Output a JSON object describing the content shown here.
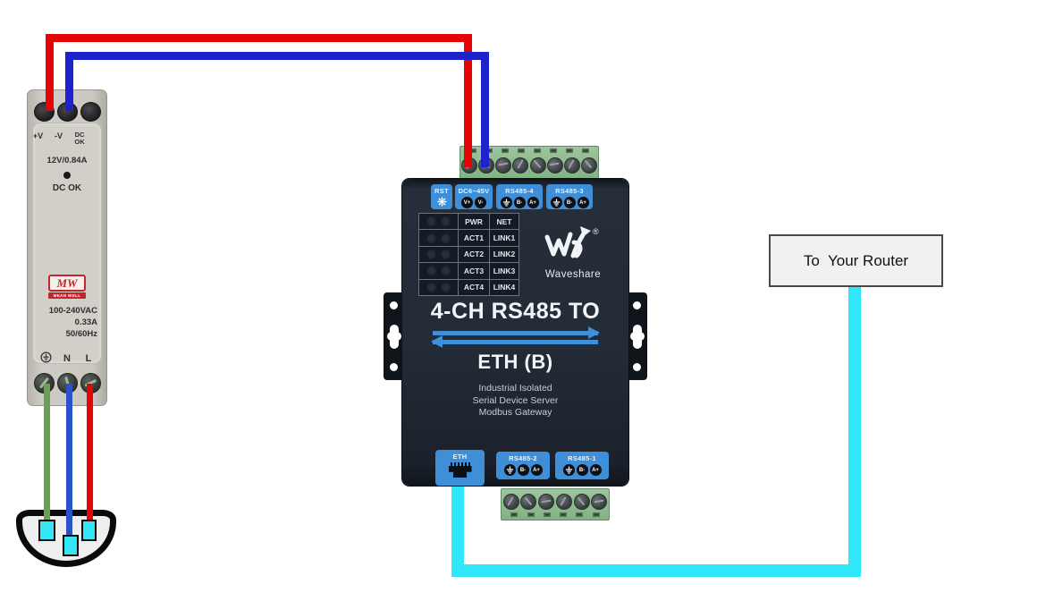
{
  "psu": {
    "top_labels": {
      "l1": "+V",
      "l2": "-V",
      "l3a": "DC",
      "l3b": "OK"
    },
    "rating_output": "12V/0.84A",
    "led_label": "DC OK",
    "logo_text": "MW",
    "logo_subtext": "MEAN WELL",
    "input_ratings": [
      "100-240VAC",
      "0.33A",
      "50/60Hz"
    ],
    "bottom_labels": {
      "ground_icon": "earth-ground",
      "n": "N",
      "l": "L"
    }
  },
  "device": {
    "reset_label": "RST",
    "reset_icon": "gear-icon",
    "power_port": {
      "label": "DC6~45V",
      "pins": [
        "V+",
        "V-"
      ]
    },
    "rs485_4": {
      "label": "RS485-4",
      "pins": [
        "GND",
        "B-",
        "A+"
      ]
    },
    "rs485_3": {
      "label": "RS485-3",
      "pins": [
        "GND",
        "B-",
        "A+"
      ]
    },
    "led_table": [
      {
        "left": "PWR",
        "right": "NET"
      },
      {
        "left": "ACT1",
        "right": "LINK1"
      },
      {
        "left": "ACT2",
        "right": "LINK2"
      },
      {
        "left": "ACT3",
        "right": "LINK3"
      },
      {
        "left": "ACT4",
        "right": "LINK4"
      }
    ],
    "brand": "Waveshare",
    "title_line1": "4-CH RS485 TO",
    "title_line2": "ETH (B)",
    "description_lines": [
      "Industrial Isolated",
      "Serial Device Server",
      "Modbus Gateway"
    ],
    "eth_port_label": "ETH",
    "rs485_2": {
      "label": "RS485-2",
      "pins": [
        "GND",
        "B-",
        "A+"
      ]
    },
    "rs485_1": {
      "label": "RS485-1",
      "pins": [
        "GND",
        "B-",
        "A+"
      ]
    }
  },
  "router_box": {
    "label": "To  Your Router"
  },
  "wires": {
    "dc_positive": "#e30505",
    "dc_negative": "#1c23cc",
    "ethernet_cable": "#30e8fa",
    "ac_ground": "#68a151",
    "ac_neutral": "#2b52c8",
    "ac_live": "#e30505"
  }
}
